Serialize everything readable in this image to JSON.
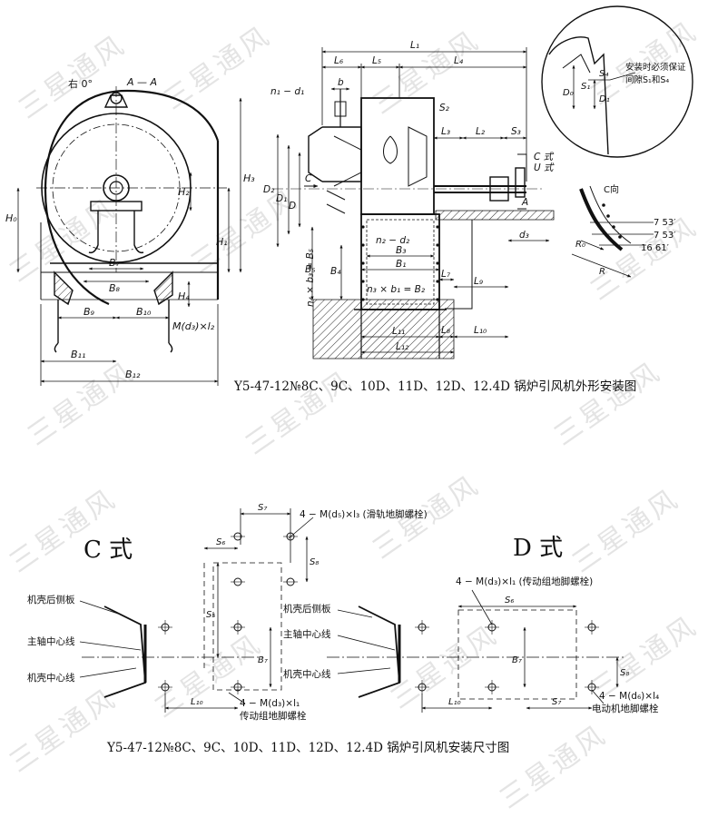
{
  "watermark": {
    "text": "三星通风"
  },
  "top_figure": {
    "caption": "Y5-47-12№8C、9C、10D、11D、12D、12.4D 锅炉引风机外形安装图",
    "left_view": {
      "rotation_label": "右 0°",
      "section_label": "A — A",
      "dims": {
        "H0": "H₀",
        "H1": "H₁",
        "H2": "H₂",
        "H3": "H₃",
        "H4": "H₄",
        "B7": "B₇",
        "B8": "B₈",
        "B9": "B₉",
        "B10": "B₁₀",
        "B11": "B₁₁",
        "B12": "B₁₂",
        "M": "M(d₃)×l₂"
      }
    },
    "middle_view": {
      "dims": {
        "L1": "L₁",
        "L2": "L₂",
        "L3": "L₃",
        "L4": "L₄",
        "L5": "L₅",
        "L6": "L₆",
        "L7": "L₇",
        "L8": "L₈",
        "L9": "L₉",
        "L10": "L₁₀",
        "L11": "L₁₁",
        "L12": "L₁₂",
        "S2": "S₂",
        "S3": "S₃",
        "D": "D",
        "D1": "D₁",
        "D2": "D₂",
        "d3": "d₃",
        "b": "b",
        "B1": "B₁",
        "B3": "B₃",
        "B4": "B₄",
        "B5": "B₅",
        "n1d1": "n₁ − d₁",
        "n2d2": "n₂ − d₂",
        "n3b1": "n₃ × b₁ = B₂",
        "n4b3": "n₄ × b₃ = B₅",
        "C": "C",
        "A": "A",
        "Ctype": "C 式",
        "Utype": "U 式"
      }
    },
    "detail_view": {
      "note_line1": "安装时必须保证",
      "note_line2": "间隙S₁和S₄",
      "dims": {
        "D0": "D₀",
        "D1": "D₁",
        "S1": "S₁",
        "S4": "S₄"
      }
    },
    "c_direction": {
      "title": "C向",
      "angles": [
        "7 53′",
        "7 53′",
        "16 61′"
      ],
      "dims": {
        "R0": "R₀",
        "R": "R"
      }
    }
  },
  "bottom_figure": {
    "caption": "Y5-47-12№8C、9C、10D、11D、12D、12.4D 锅炉引风机安装尺寸图",
    "c_type": {
      "title": "C 式",
      "rear_panel": "机壳后侧板",
      "shaft_line": "主轴中心线",
      "casing_line": "机壳中心线",
      "rail_bolt": "4 − M(d₅)×l₃ (滑轨地脚螺栓)",
      "drive_bolt_1": "4 − M(d₃)×l₁",
      "drive_bolt_2": "传动组地脚螺栓",
      "dims": {
        "S5": "S₅",
        "S6": "S₆",
        "S7": "S₇",
        "S8": "S₈",
        "B7": "B₇",
        "L10": "L₁₀"
      }
    },
    "d_type": {
      "title": "D 式",
      "drive_bolt": "4 − M(d₃)×l₁ (传动组地脚螺栓)",
      "rear_panel": "机壳后侧板",
      "shaft_line": "主轴中心线",
      "casing_line": "机壳中心线",
      "motor_bolt_1": "4 − M(d₆)×l₄",
      "motor_bolt_2": "电动机地脚螺栓",
      "dims": {
        "S6": "S₆",
        "S7": "S₇",
        "S8": "S₈",
        "B7": "B₇",
        "L10": "L₁₀"
      }
    }
  }
}
